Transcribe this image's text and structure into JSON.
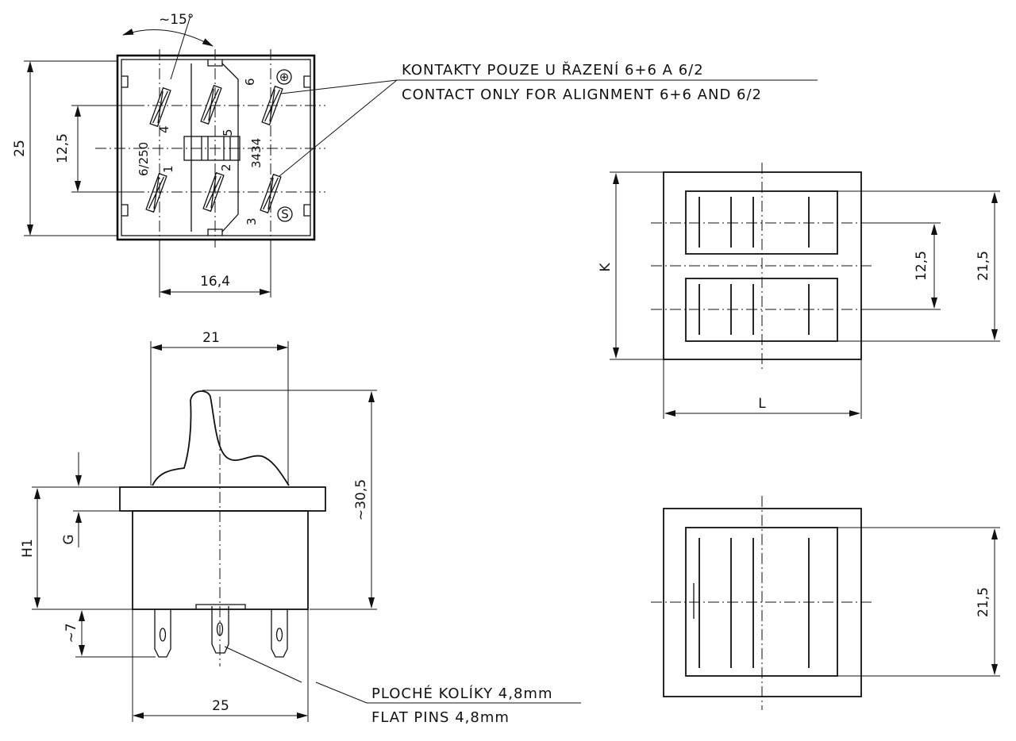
{
  "top_view": {
    "angle": "~15°",
    "dim_height": "25",
    "dim_pin_pitch_v": "12,5",
    "dim_pin_pitch_h": "16,4",
    "pin_labels": {
      "p1": "1",
      "p2": "2",
      "p3": "3",
      "p4": "4",
      "p5": "5",
      "p6": "6"
    },
    "pin_side_text": "6/250",
    "pin_mid_text": "3434",
    "symbol_top": "⊕",
    "symbol_bottom": "S"
  },
  "side_view": {
    "dim_width_top": "21",
    "dim_total_height": "~30,5",
    "dim_h1": "H1",
    "dim_g": "G",
    "dim_pin_len": "~7",
    "dim_width_bottom": "25"
  },
  "double_view": {
    "dim_k": "K",
    "dim_l": "L",
    "dim_pitch": "12,5",
    "dim_height": "21,5"
  },
  "single_view": {
    "dim_height": "21,5"
  },
  "notes": {
    "contacts_cz": "KONTAKTY POUZE U ŘAZENÍ 6+6 A 6/2",
    "contacts_en": "CONTACT ONLY FOR ALIGNMENT 6+6 AND 6/2",
    "pins_cz": "PLOCHÉ KOLÍKY 4,8mm",
    "pins_en": "FLAT PINS 4,8mm"
  }
}
